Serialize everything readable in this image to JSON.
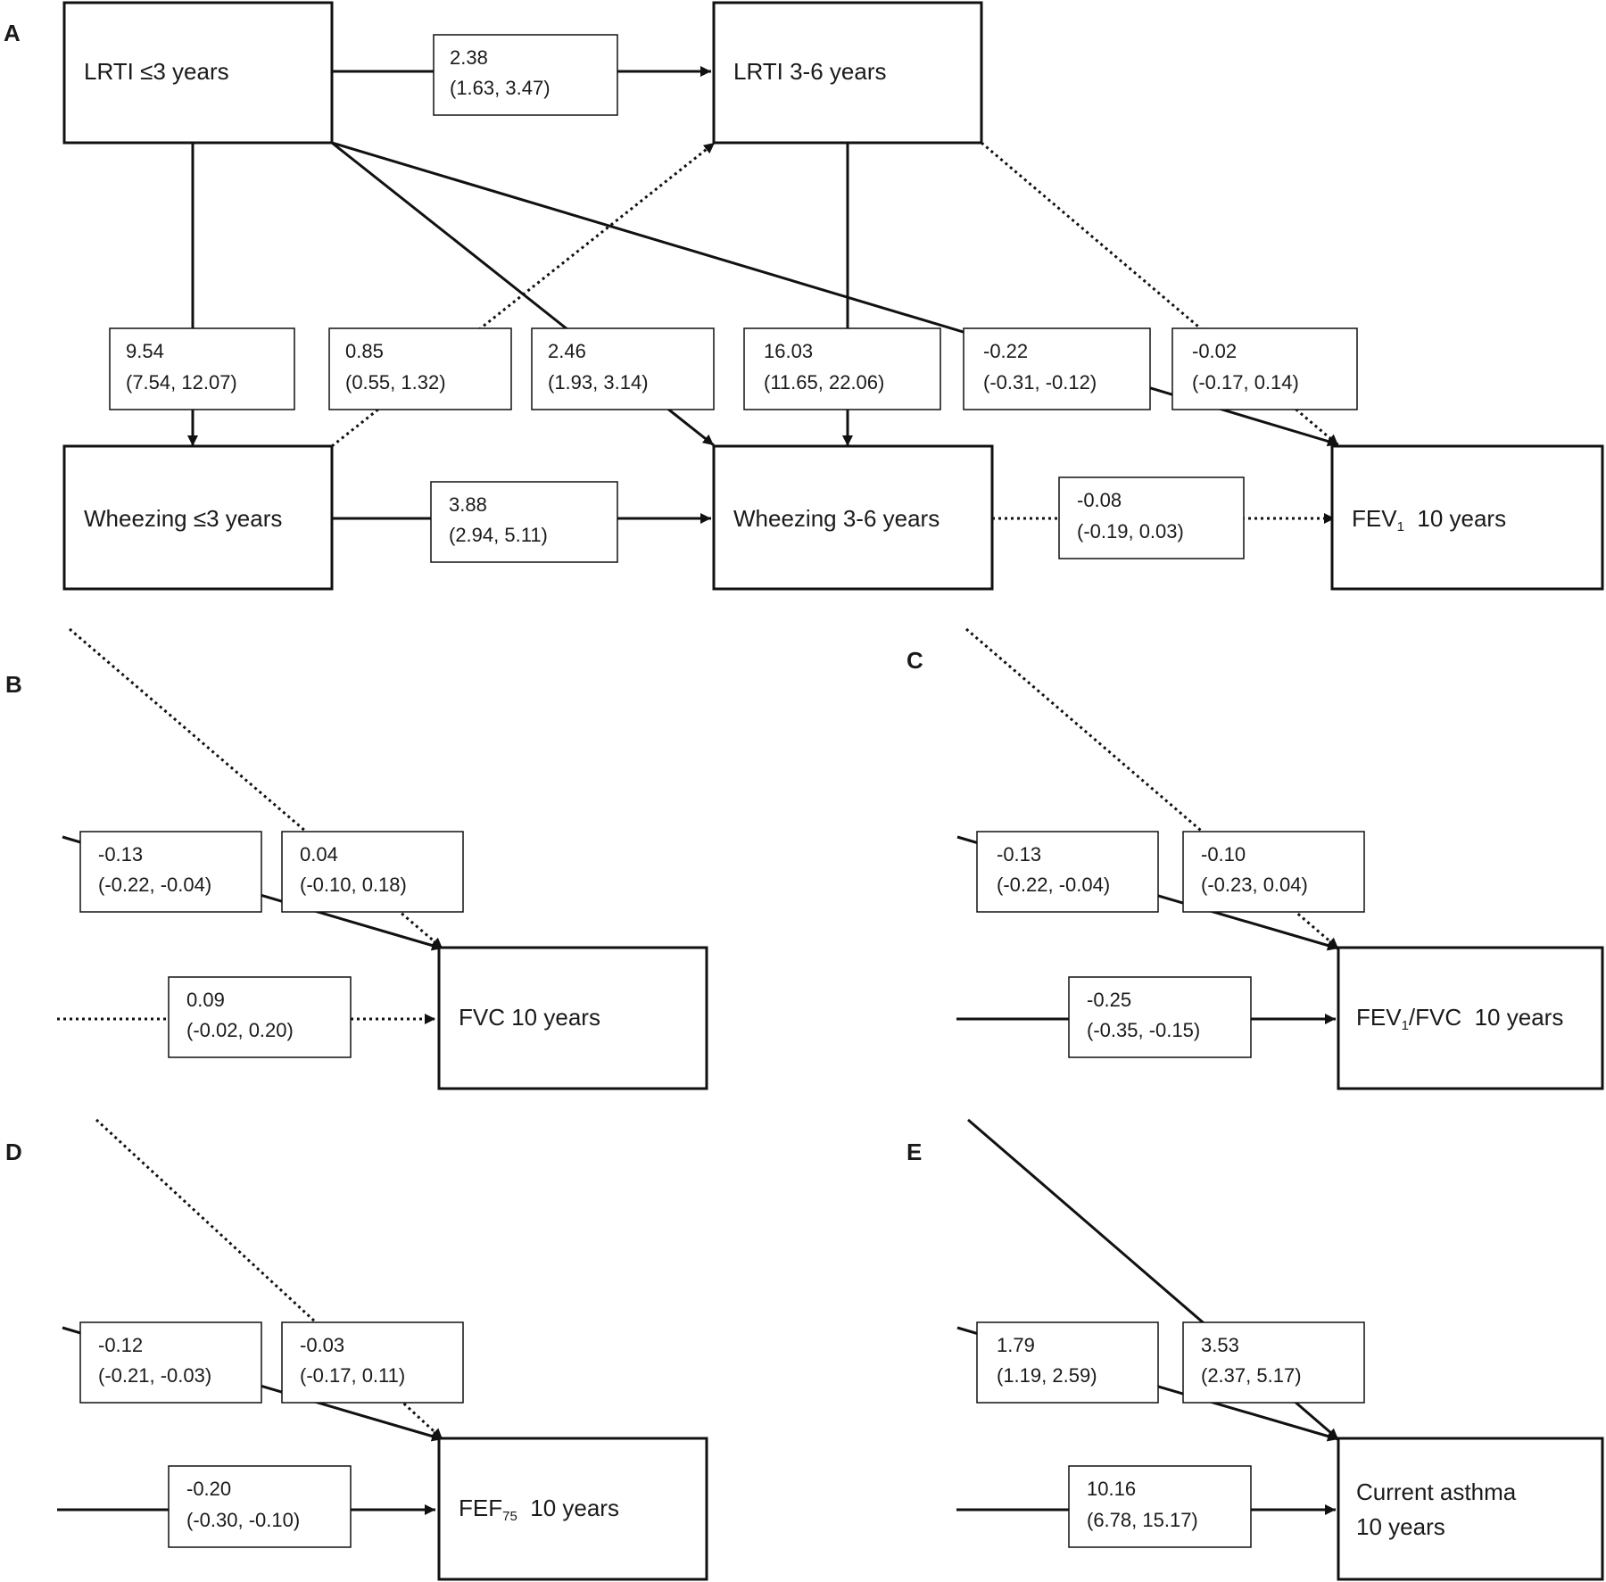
{
  "panels": {
    "a": "A",
    "b": "B",
    "c": "C",
    "d": "D",
    "e": "E"
  },
  "nodes": {
    "lrti_le3": "LRTI ≤3 years",
    "lrti_3_6": "LRTI 3-6 years",
    "wheeze_le3": "Wheezing  ≤3 years",
    "wheeze_3_6": "Wheezing 3-6 years",
    "fev1": {
      "main": "FEV",
      "sub": "1",
      "rest": "  10 years"
    },
    "fvc": "FVC  10 years",
    "fev1fvc": {
      "main": "FEV",
      "sub": "1",
      "rest": "/FVC  10 years"
    },
    "fef75": {
      "main": "FEF",
      "sub": "75",
      "rest": "  10 years"
    },
    "asthma": {
      "line1": "Current asthma",
      "line2": "10 years"
    }
  },
  "estimates": {
    "a_lrti_lrti": {
      "est": "2.38",
      "ci": "(1.63, 3.47)"
    },
    "a_lrti_wheeze_le3": {
      "est": "9.54",
      "ci": "(7.54, 12.07)"
    },
    "a_wheeze_lrti": {
      "est": "0.85",
      "ci": "(0.55, 1.32)"
    },
    "a_lrti_wheeze": {
      "est": "2.46",
      "ci": "(1.93, 3.14)"
    },
    "a_lrti_wheeze_3_6": {
      "est": "16.03",
      "ci": "(11.65, 22.06)"
    },
    "a_lrti_le3_fev1": {
      "est": "-0.22",
      "ci": "(-0.31, -0.12)"
    },
    "a_lrti_3_6_fev1": {
      "est": "-0.02",
      "ci": "(-0.17, 0.14)"
    },
    "a_wheeze_wheeze": {
      "est": "3.88",
      "ci": "(2.94, 5.11)"
    },
    "a_wheeze_fev1": {
      "est": "-0.08",
      "ci": "(-0.19, 0.03)"
    },
    "b_1": {
      "est": "-0.13",
      "ci": "(-0.22, -0.04)"
    },
    "b_2": {
      "est": "0.04",
      "ci": "(-0.10, 0.18)"
    },
    "b_3": {
      "est": "0.09",
      "ci": "(-0.02, 0.20)"
    },
    "c_1": {
      "est": "-0.13",
      "ci": "(-0.22, -0.04)"
    },
    "c_2": {
      "est": "-0.10",
      "ci": "(-0.23, 0.04)"
    },
    "c_3": {
      "est": "-0.25",
      "ci": "(-0.35, -0.15)"
    },
    "d_1": {
      "est": "-0.12",
      "ci": "(-0.21, -0.03)"
    },
    "d_2": {
      "est": "-0.03",
      "ci": "(-0.17, 0.11)"
    },
    "d_3": {
      "est": "-0.20",
      "ci": "(-0.30, -0.10)"
    },
    "e_1": {
      "est": "1.79",
      "ci": "(1.19, 2.59)"
    },
    "e_2": {
      "est": "3.53",
      "ci": "(2.37, 5.17)"
    },
    "e_3": {
      "est": "10.16",
      "ci": "(6.78, 15.17)"
    }
  }
}
